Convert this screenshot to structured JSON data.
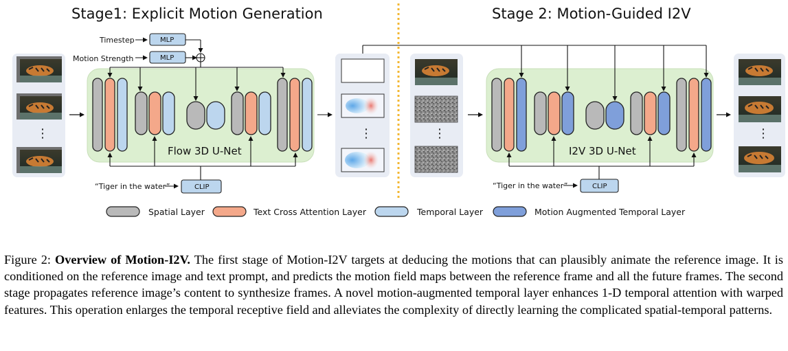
{
  "stage1": {
    "title": "Stage1: Explicit Motion Generation",
    "unet_label": "Flow 3D U-Net",
    "timestep_label": "Timestep",
    "motion_strength_label": "Motion Strength",
    "mlp_label": "MLP",
    "text_prompt": "“Tiger in the water”",
    "clip_label": "CLIP",
    "dots": "⋮"
  },
  "stage2": {
    "title": "Stage 2: Motion-Guided I2V",
    "unet_label": "I2V 3D U-Net",
    "text_prompt": "“Tiger in the water”",
    "clip_label": "CLIP",
    "dots": "⋮"
  },
  "legend": {
    "spatial": "Spatial Layer",
    "text_cross": "Text Cross Attention Layer",
    "temporal": "Temporal Layer",
    "motion_temporal": "Motion Augmented Temporal Layer"
  },
  "colors": {
    "spatial": "#b9b9b9",
    "text_cross": "#f4a88a",
    "temporal": "#bcd6ee",
    "motion_temporal": "#7f9fda",
    "unet_bg": "#dcefd0",
    "panel_bg": "#e8ecf4",
    "divider": "#f3b731"
  },
  "caption": {
    "label": "Figure 2:",
    "title": "Overview of Motion-I2V.",
    "text": "The first stage of Motion-I2V targets at deducing the motions that can plausibly animate the reference image. It is conditioned on the reference image and text prompt, and predicts the motion field maps between the reference frame and all the future frames. The second stage propagates reference image’s content to synthesize frames. A novel motion-augmented temporal layer enhances 1-D temporal attention with warped features. This operation enlarges the temporal receptive field and alleviates the complexity of directly learning the complicated spatial-temporal patterns."
  }
}
